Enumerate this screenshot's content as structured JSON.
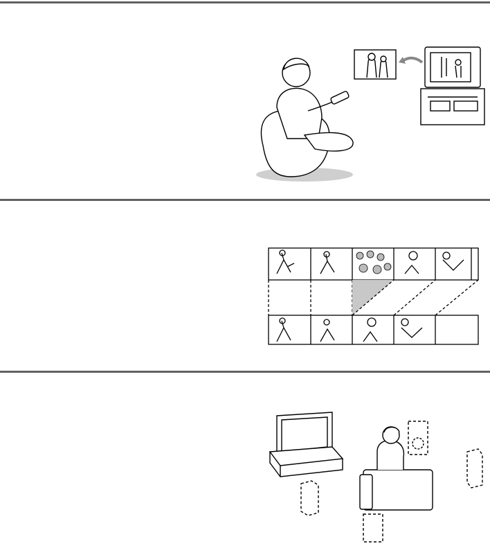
{
  "page": {
    "rule_color": "#606060",
    "sections": [
      {
        "id": "remote-viewing",
        "illustration": "person-in-chair-with-remote-and-tv-icon"
      },
      {
        "id": "video-filmstrip",
        "illustration": "soccer-filmstrip-frame-shift-icon"
      },
      {
        "id": "surround-setup",
        "illustration": "tv-and-surround-speaker-layout-icon"
      }
    ]
  }
}
